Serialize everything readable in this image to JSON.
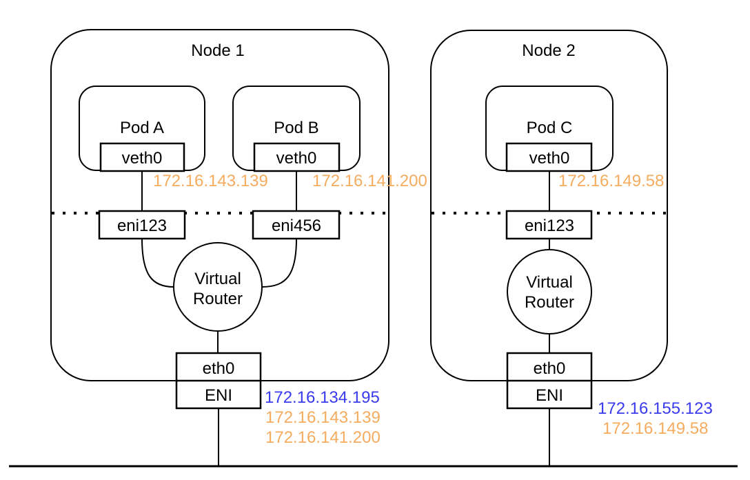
{
  "colors": {
    "stroke": "#000000",
    "background": "#ffffff",
    "pod_ip": "#F5AC5F",
    "primary_ip": "#3A3AEE"
  },
  "nodes": [
    {
      "title": "Node 1",
      "pods": [
        {
          "name": "Pod A",
          "iface": "veth0",
          "ip": "172.16.143.139"
        },
        {
          "name": "Pod B",
          "iface": "veth0",
          "ip": "172.16.141.200"
        }
      ],
      "enis": [
        "eni123",
        "eni456"
      ],
      "router": {
        "line1": "Virtual",
        "line2": "Router"
      },
      "uplink": {
        "iface": "eth0",
        "card": "ENI"
      },
      "uplink_ips": {
        "primary": "172.16.134.195",
        "secondary": [
          "172.16.143.139",
          "172.16.141.200"
        ]
      }
    },
    {
      "title": "Node 2",
      "pods": [
        {
          "name": "Pod C",
          "iface": "veth0",
          "ip": "172.16.149.58"
        }
      ],
      "enis": [
        "eni123"
      ],
      "router": {
        "line1": "Virtual",
        "line2": "Router"
      },
      "uplink": {
        "iface": "eth0",
        "card": "ENI"
      },
      "uplink_ips": {
        "primary": "172.16.155.123",
        "secondary": [
          "172.16.149.58"
        ]
      }
    }
  ]
}
